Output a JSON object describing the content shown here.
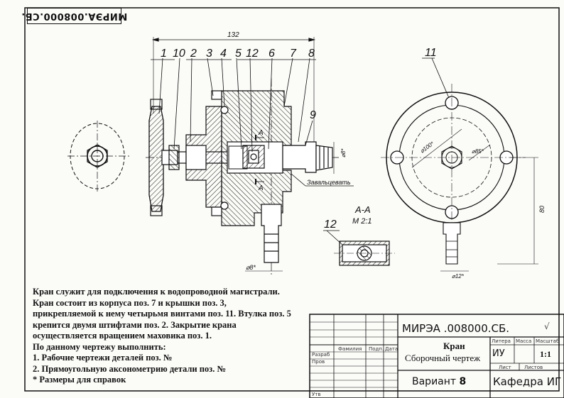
{
  "stamp": "МИРЭА.008000.СБ.",
  "dimensions": {
    "overall_width": "132",
    "d8a": "⌀8*",
    "d8b": "⌀8*",
    "d100": "⌀100*",
    "d85": "⌀85*",
    "h80": "80",
    "d12": "⌀12*"
  },
  "position_labels": [
    "1",
    "10",
    "2",
    "3",
    "4",
    "5",
    "12",
    "6",
    "7",
    "8",
    "9",
    "11",
    "12"
  ],
  "section": {
    "label_top": "А",
    "label_bottom": "А",
    "title": "А-А",
    "scale": "М 2:1"
  },
  "weld_note": "Завальцевать",
  "description": [
    "Кран служит для подключения к водопроводной магистрали.",
    "Кран состоит из корпуса поз. 7 и  крышки поз. 3,",
    "прикрепляемой к нему четырьмя винтами поз. 11. Втулка поз. 5",
    "крепится двумя штифтами поз. 2. Закрытие крана",
    "осуществляется вращением маховика поз. 1.",
    "По данному чертежу выполнить:",
    "1. Рабочие чертежи деталей поз. №",
    "2. Прямоугольную аксонометрию детали поз. №",
    "*     Размеры для справок"
  ],
  "title_block": {
    "code": "МИРЭА .008000.СБ.",
    "check": "√",
    "name_line1": "Кран",
    "name_line2": "Сборочный чертеж",
    "headers": {
      "surname": "Фамилия",
      "signature": "Подп.",
      "date": "Дата",
      "litera": "Литера",
      "mass": "Масса",
      "scale": "Масштаб",
      "sheet": "Лист",
      "sheets": "Листов"
    },
    "roles": {
      "developed": "Разраб",
      "checked": "Пров",
      "approved": "Утв"
    },
    "litera_value": "ИУ",
    "scale_value": "1:1",
    "variant_label": "Вариант",
    "variant_number": "8",
    "department": "Кафедра ИГ"
  }
}
